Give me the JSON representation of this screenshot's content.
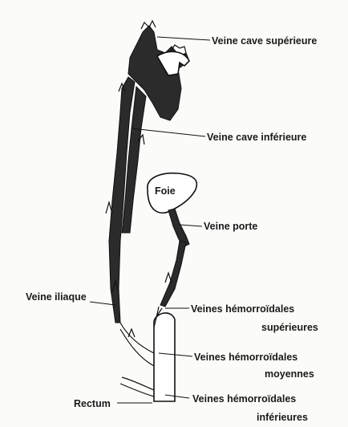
{
  "labels": {
    "vcs": "Veine cave supérieure",
    "vci": "Veine cave inférieure",
    "foie": "Foie",
    "porte": "Veine porte",
    "iliaque": "Veine iliaque",
    "hem_sup_1": "Veines hémorroïdales",
    "hem_sup_2": "supérieures",
    "hem_moy_1": "Veines hémorroïdales",
    "hem_moy_2": "moyennes",
    "rectum": "Rectum",
    "hem_inf_1": "Veines hémorroïdales",
    "hem_inf_2": "inférieures"
  }
}
